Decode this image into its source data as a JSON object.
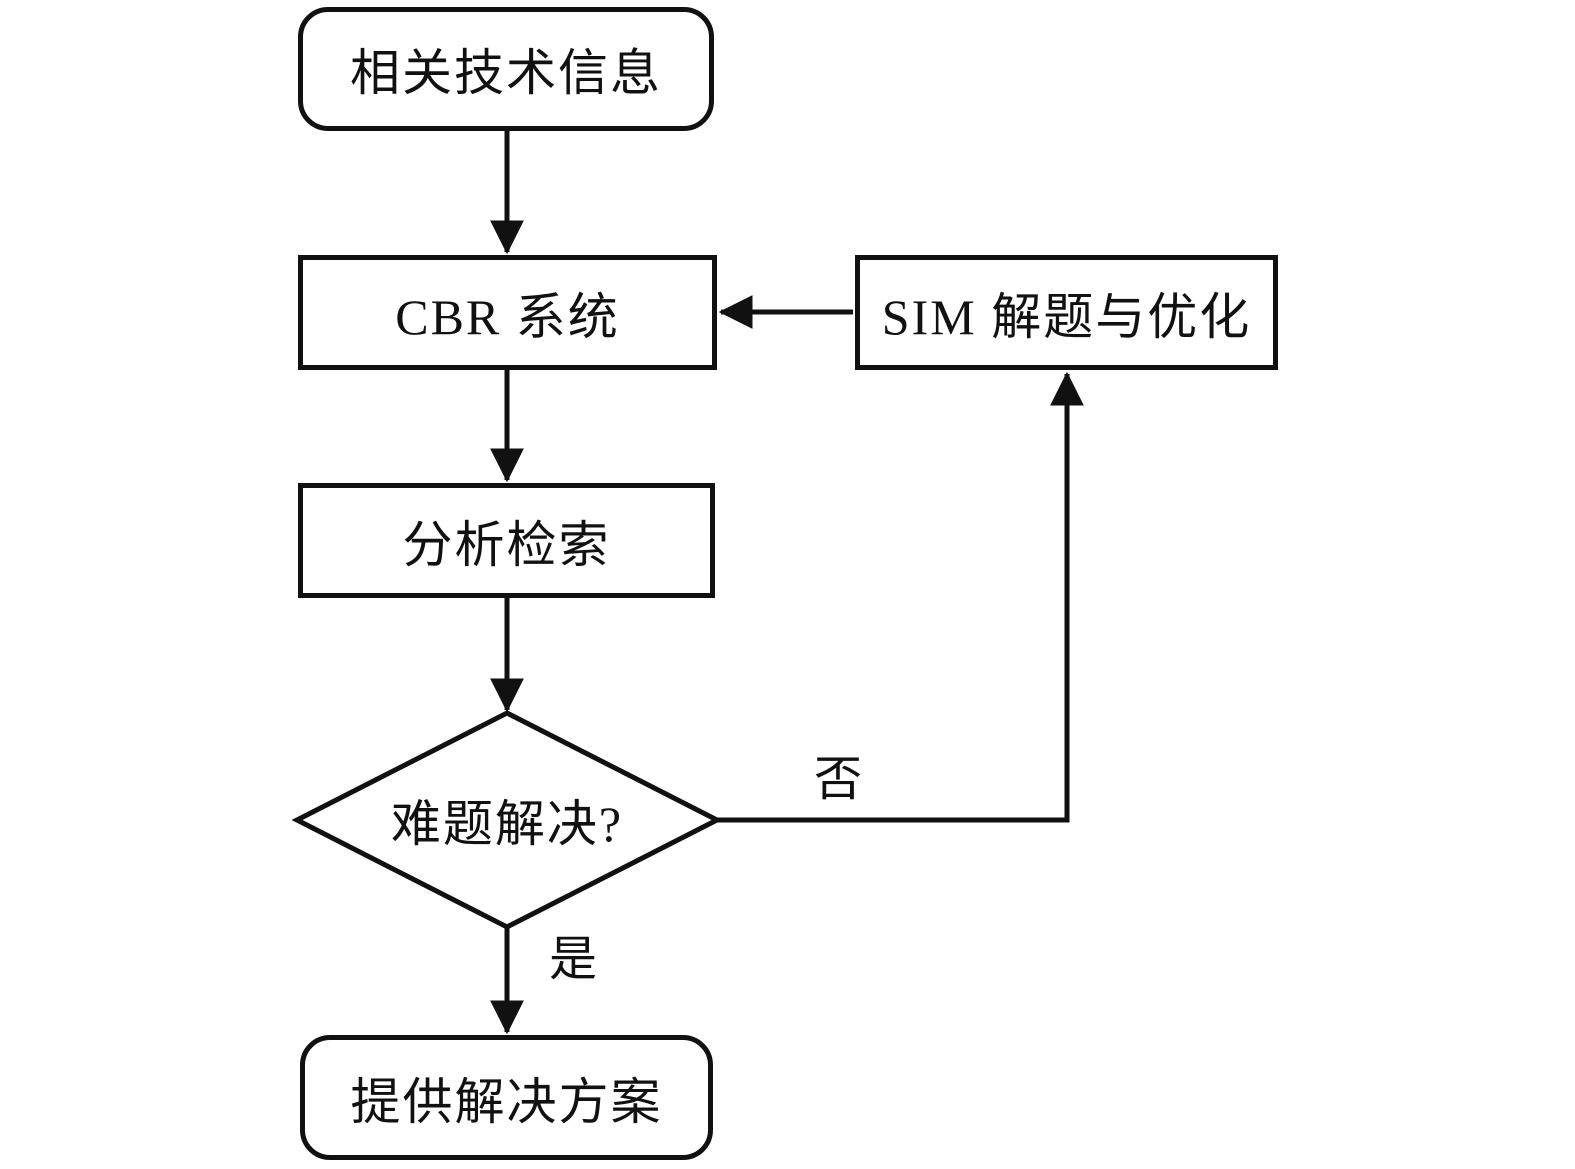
{
  "diagram": {
    "background": "#ffffff",
    "stroke_color": "#111111",
    "nodes": {
      "related_tech_info": {
        "label": "相关技术信息",
        "shape": "rounded-rect"
      },
      "cbr_system": {
        "label": "CBR 系统",
        "shape": "rect"
      },
      "sim_solver": {
        "label": "SIM 解题与优化",
        "shape": "rect"
      },
      "analysis_retrieval": {
        "label": "分析检索",
        "shape": "rect"
      },
      "problem_solved": {
        "label": "难题解决?",
        "shape": "diamond"
      },
      "provide_solution": {
        "label": "提供解决方案",
        "shape": "rounded-rect"
      }
    },
    "edges": {
      "related_to_cbr": {
        "from": "related_tech_info",
        "to": "cbr_system",
        "label": ""
      },
      "sim_to_cbr": {
        "from": "sim_solver",
        "to": "cbr_system",
        "label": ""
      },
      "cbr_to_analysis": {
        "from": "cbr_system",
        "to": "analysis_retrieval",
        "label": ""
      },
      "analysis_to_decision": {
        "from": "analysis_retrieval",
        "to": "problem_solved",
        "label": ""
      },
      "decision_no_to_sim": {
        "from": "problem_solved",
        "to": "sim_solver",
        "label": "否"
      },
      "decision_yes_to_provide": {
        "from": "problem_solved",
        "to": "provide_solution",
        "label": "是"
      }
    }
  }
}
